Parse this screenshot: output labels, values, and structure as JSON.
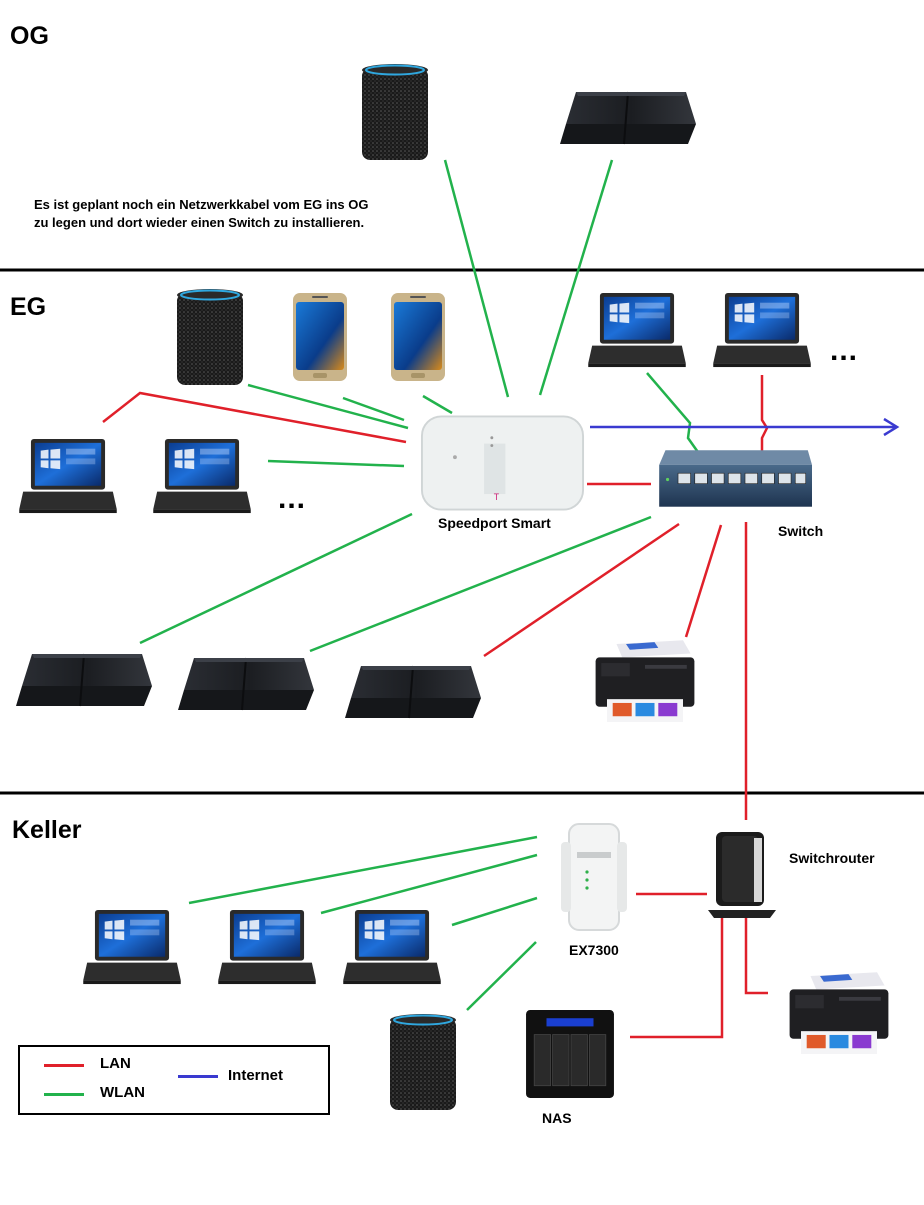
{
  "floors": {
    "og": "OG",
    "eg": "EG",
    "keller": "Keller"
  },
  "note": {
    "line1": "Es ist geplant noch ein Netzwerkkabel vom EG ins OG",
    "line2": "zu legen und dort wieder einen Switch zu installieren."
  },
  "labels": {
    "speedport": "Speedport Smart",
    "switch": "Switch",
    "switchrouter": "Switchrouter",
    "ex7300": "EX7300",
    "nas": "NAS",
    "more": "..."
  },
  "legend": {
    "lan": "LAN",
    "wlan": "WLAN",
    "internet": "Internet"
  },
  "colors": {
    "lan": "#e0202a",
    "wlan": "#22b24c",
    "internet": "#3a3ad0"
  },
  "icons": {
    "smart_speaker": "smart-speaker-icon",
    "game_console": "game-console-icon",
    "laptop": "laptop-icon",
    "smartphone": "smartphone-icon",
    "router": "router-icon",
    "network_switch": "network-switch-icon",
    "printer": "printer-icon",
    "range_extender": "range-extender-icon",
    "nas_drive": "nas-icon"
  }
}
